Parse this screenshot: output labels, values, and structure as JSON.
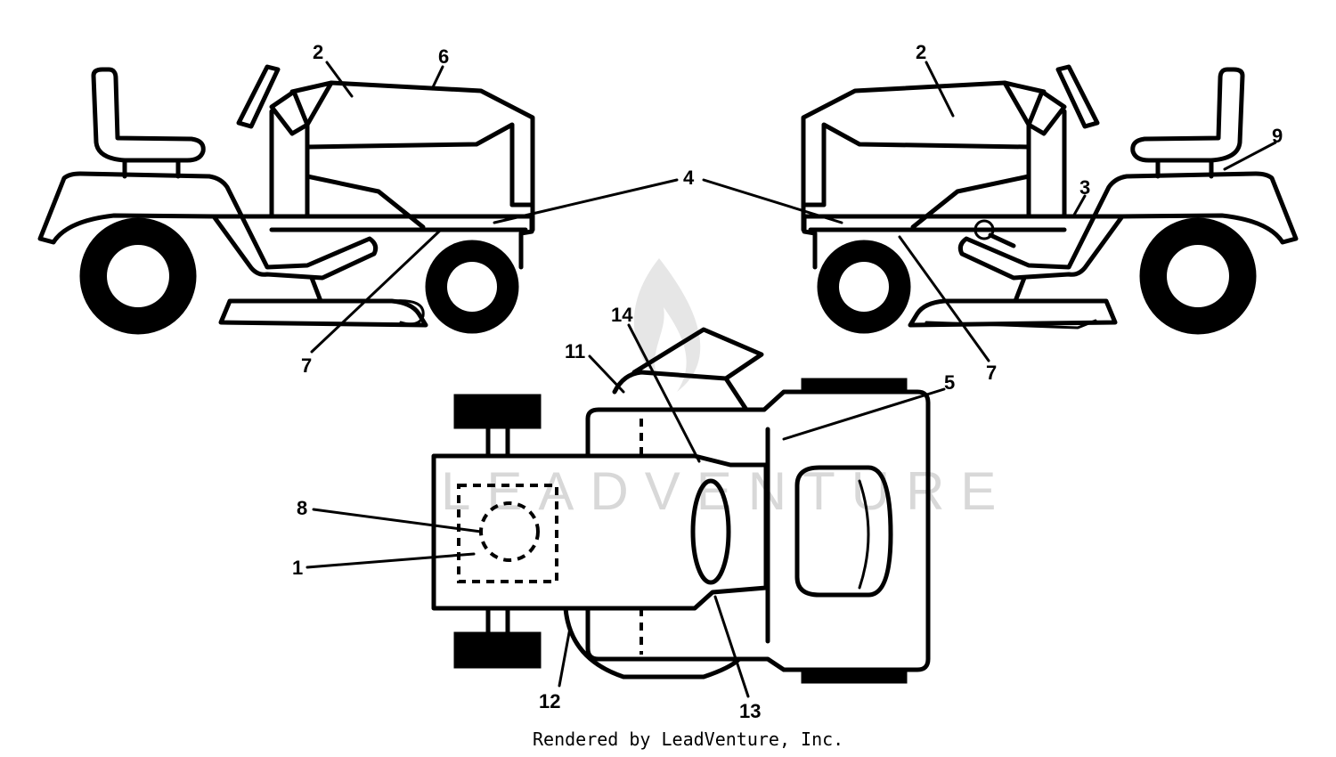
{
  "callouts": {
    "c1": "1",
    "c2a": "2",
    "c2b": "2",
    "c3": "3",
    "c4": "4",
    "c5": "5",
    "c6": "6",
    "c7a": "7",
    "c7b": "7",
    "c8": "8",
    "c9": "9",
    "c11": "11",
    "c12": "12",
    "c13": "13",
    "c14": "14"
  },
  "watermark": "LEADVENTURE",
  "footer": "Rendered by LeadVenture, Inc."
}
